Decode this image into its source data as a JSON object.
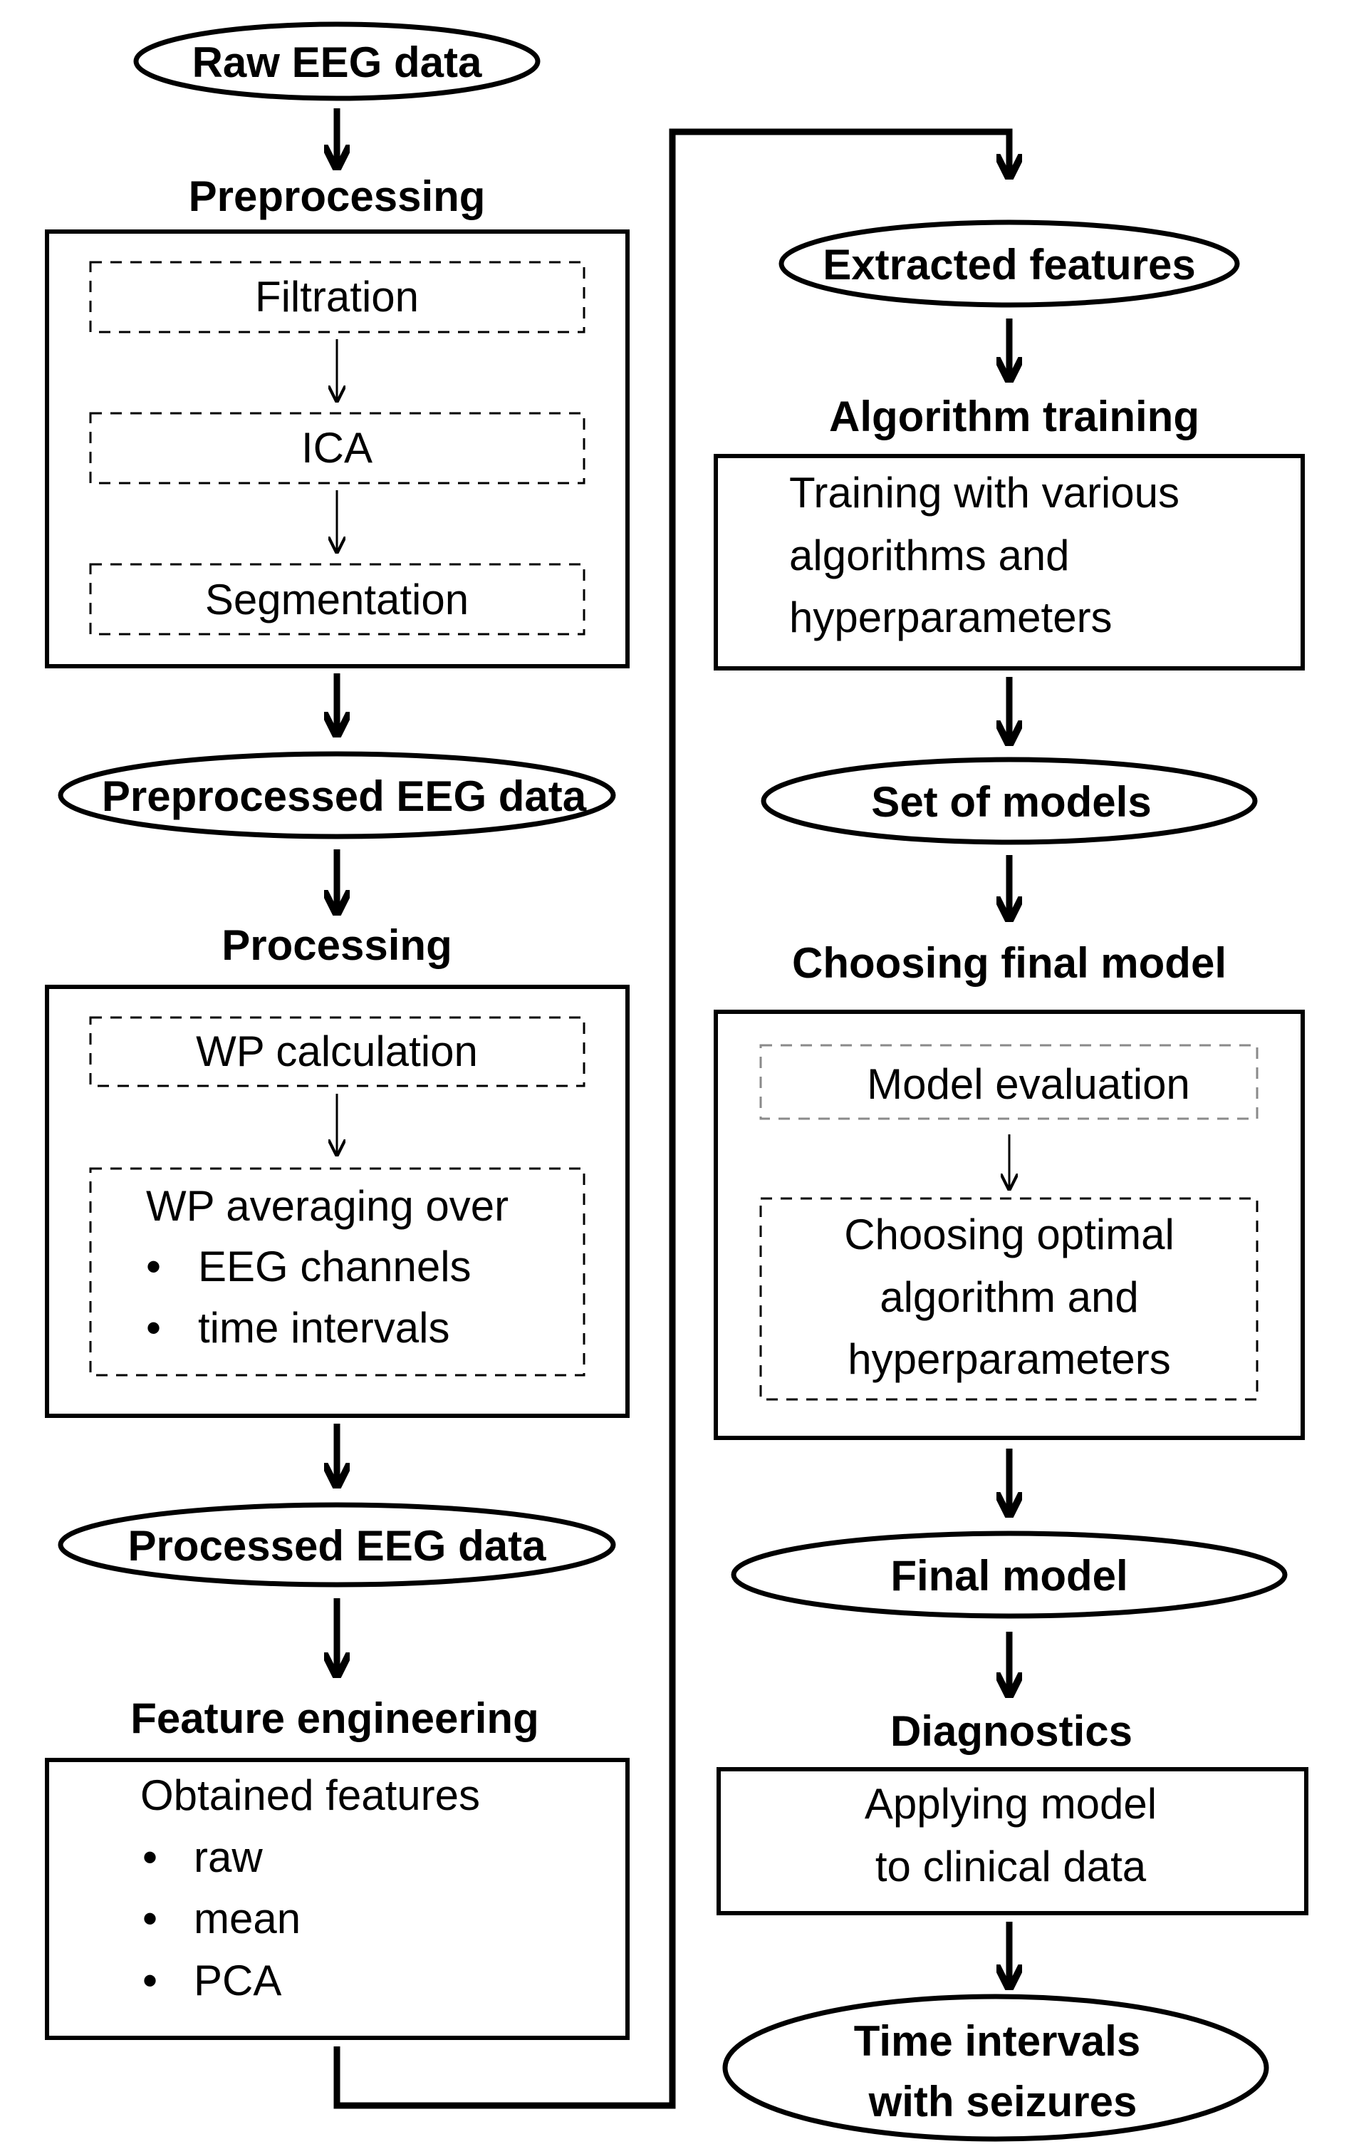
{
  "left_column": {
    "raw_eeg": "Raw EEG data",
    "preprocessing": {
      "title": "Preprocessing",
      "steps": [
        "Filtration",
        "ICA",
        "Segmentation"
      ]
    },
    "preprocessed_eeg": "Preprocessed EEG data",
    "processing": {
      "title": "Processing",
      "wp_calc": "WP calculation",
      "wp_avg_title": "WP averaging over",
      "wp_avg_items": [
        "EEG channels",
        "time intervals"
      ]
    },
    "processed_eeg": "Processed EEG data",
    "feature_engineering": {
      "title": "Feature engineering",
      "box_title": "Obtained features",
      "items": [
        "raw",
        "mean",
        "PCA"
      ]
    }
  },
  "right_column": {
    "extracted_features": "Extracted features",
    "algorithm_training": {
      "title": "Algorithm training",
      "lines": [
        "Training with various",
        "algorithms and",
        "hyperparameters"
      ]
    },
    "set_of_models": "Set of models",
    "choosing_final_model": {
      "title": "Choosing final model",
      "model_eval": "Model evaluation",
      "choosing_lines": [
        "Choosing optimal",
        "algorithm and",
        "hyperparameters"
      ]
    },
    "final_model": "Final model",
    "diagnostics": {
      "title": "Diagnostics",
      "lines": [
        "Applying model",
        "to clinical data"
      ]
    },
    "result_lines": [
      "Time intervals",
      "with seizures"
    ]
  },
  "bullet": "•"
}
